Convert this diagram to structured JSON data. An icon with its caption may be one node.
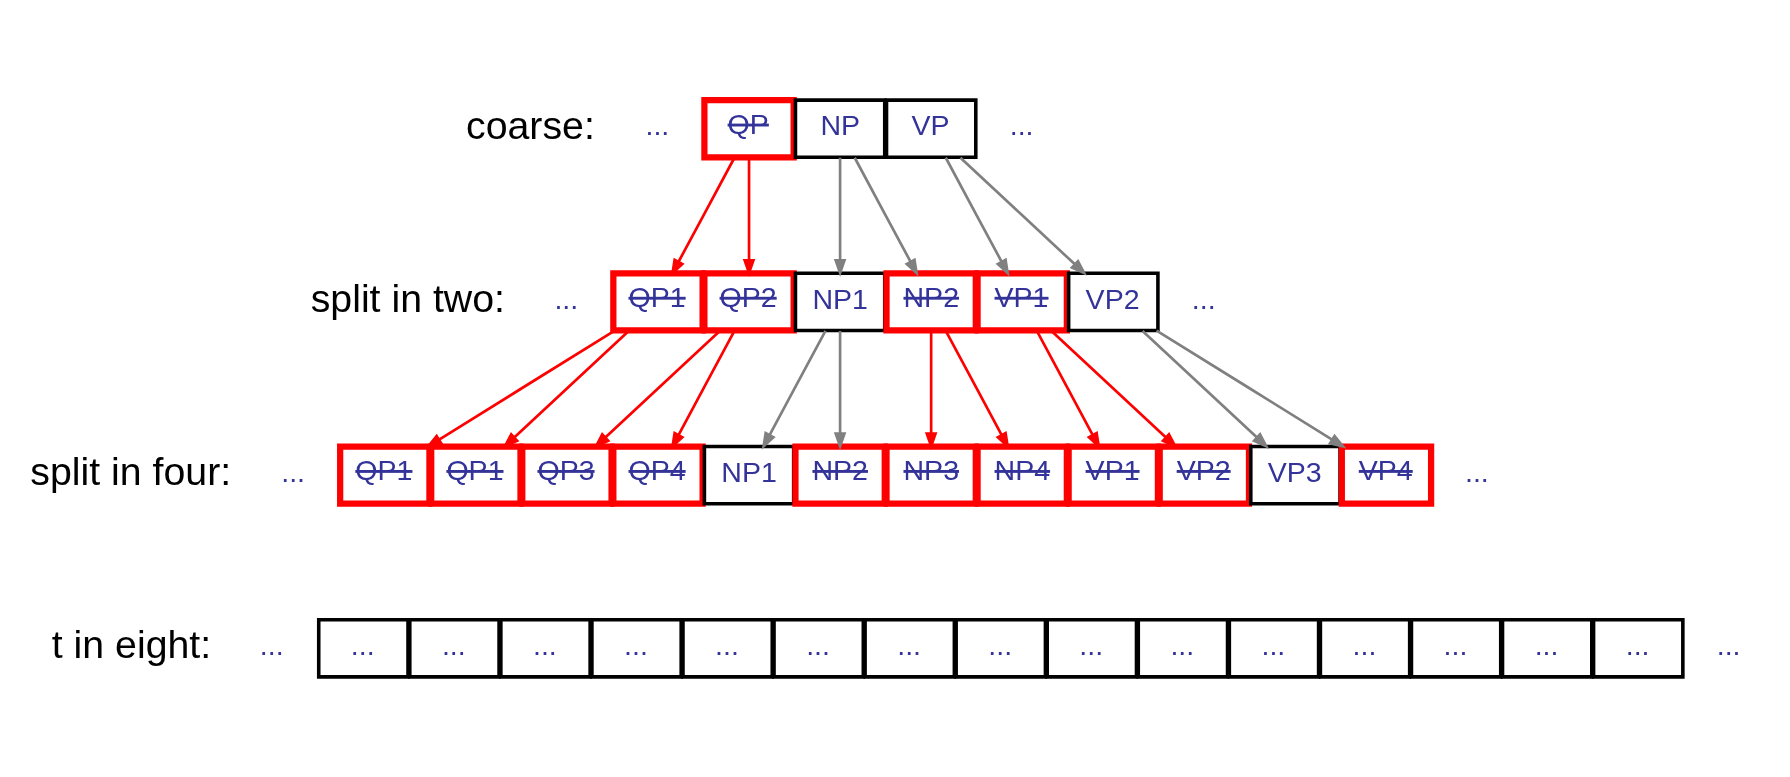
{
  "diagram": {
    "nodes": [
      {
        "text": [
          "QP"
        ]
      },
      {
        "text": [
          "NP"
        ]
      },
      {
        "text": [
          "VP"
        ]
      },
      {
        "text": [
          "QP1"
        ]
      },
      {
        "text": [
          "QP2"
        ]
      },
      {
        "text": [
          "NP1"
        ]
      },
      {
        "text": [
          "NP2"
        ]
      },
      {
        "text": [
          "VP1"
        ]
      },
      {
        "text": [
          "VP2"
        ]
      },
      {
        "text": [
          "QP1"
        ]
      },
      {
        "text": [
          "QP1"
        ]
      },
      {
        "text": [
          "QP3"
        ]
      },
      {
        "text": [
          "QP4"
        ]
      },
      {
        "text": [
          "NP1"
        ]
      },
      {
        "text": [
          "NP2"
        ]
      },
      {
        "text": [
          "NP3"
        ]
      },
      {
        "text": [
          "NP4"
        ]
      },
      {
        "text": [
          "VP1"
        ]
      },
      {
        "text": [
          "VP2"
        ]
      },
      {
        "text": [
          "VP3"
        ]
      },
      {
        "text": [
          "VP4"
        ]
      },
      {
        "text": [
          "..."
        ]
      },
      {
        "text": [
          "..."
        ]
      },
      {
        "text": [
          "..."
        ]
      },
      {
        "text": [
          "..."
        ]
      },
      {
        "text": [
          "..."
        ]
      },
      {
        "text": [
          "..."
        ]
      },
      {
        "text": [
          "..."
        ]
      },
      {
        "text": [
          "..."
        ]
      },
      {
        "text": [
          "..."
        ]
      },
      {
        "text": [
          "..."
        ]
      },
      {
        "text": [
          "..."
        ]
      },
      {
        "text": [
          "..."
        ]
      },
      {
        "text": [
          "..."
        ]
      },
      {
        "text": [
          "..."
        ]
      },
      {
        "text": [
          "..."
        ]
      }
    ],
    "edges": [
      {
        "from": 0,
        "to": 3,
        "arrow": "to"
      },
      {
        "from": 0,
        "to": 4,
        "arrow": "to"
      },
      {
        "from": 1,
        "to": 5,
        "arrow": "to",
        "color": "#808080"
      },
      {
        "from": 1,
        "to": 6,
        "arrow": "to",
        "color": "#808080"
      },
      {
        "from": 2,
        "to": 7,
        "arrow": "to",
        "color": "#808080"
      },
      {
        "from": 2,
        "to": 8,
        "arrow": "to",
        "color": "#808080"
      },
      {
        "from": 3,
        "to": 9,
        "arrow": "to"
      },
      {
        "from": 3,
        "to": 10,
        "arrow": "to"
      },
      {
        "from": 4,
        "to": 11,
        "arrow": "to"
      },
      {
        "from": 4,
        "to": 12,
        "arrow": "to"
      },
      {
        "from": 5,
        "to": 13,
        "arrow": "to",
        "color": "#808080"
      },
      {
        "from": 5,
        "to": 14,
        "arrow": "to",
        "color": "#808080"
      },
      {
        "from": 6,
        "to": 15,
        "arrow": "to"
      },
      {
        "from": 6,
        "to": 16,
        "arrow": "to"
      },
      {
        "from": 7,
        "to": 17,
        "arrow": "to"
      },
      {
        "from": 7,
        "to": 18,
        "arrow": "to"
      },
      {
        "from": 8,
        "to": 19,
        "arrow": "to",
        "color": "#808080"
      },
      {
        "from": 8,
        "to": 20,
        "arrow": "to",
        "color": "#808080"
      }
    ],
    "labels": [
      "coarse:",
      "...",
      "...",
      "split in two:",
      "...",
      "...",
      "split in four:",
      "...",
      "...",
      "t in eight:",
      "...",
      "..."
    ]
  }
}
